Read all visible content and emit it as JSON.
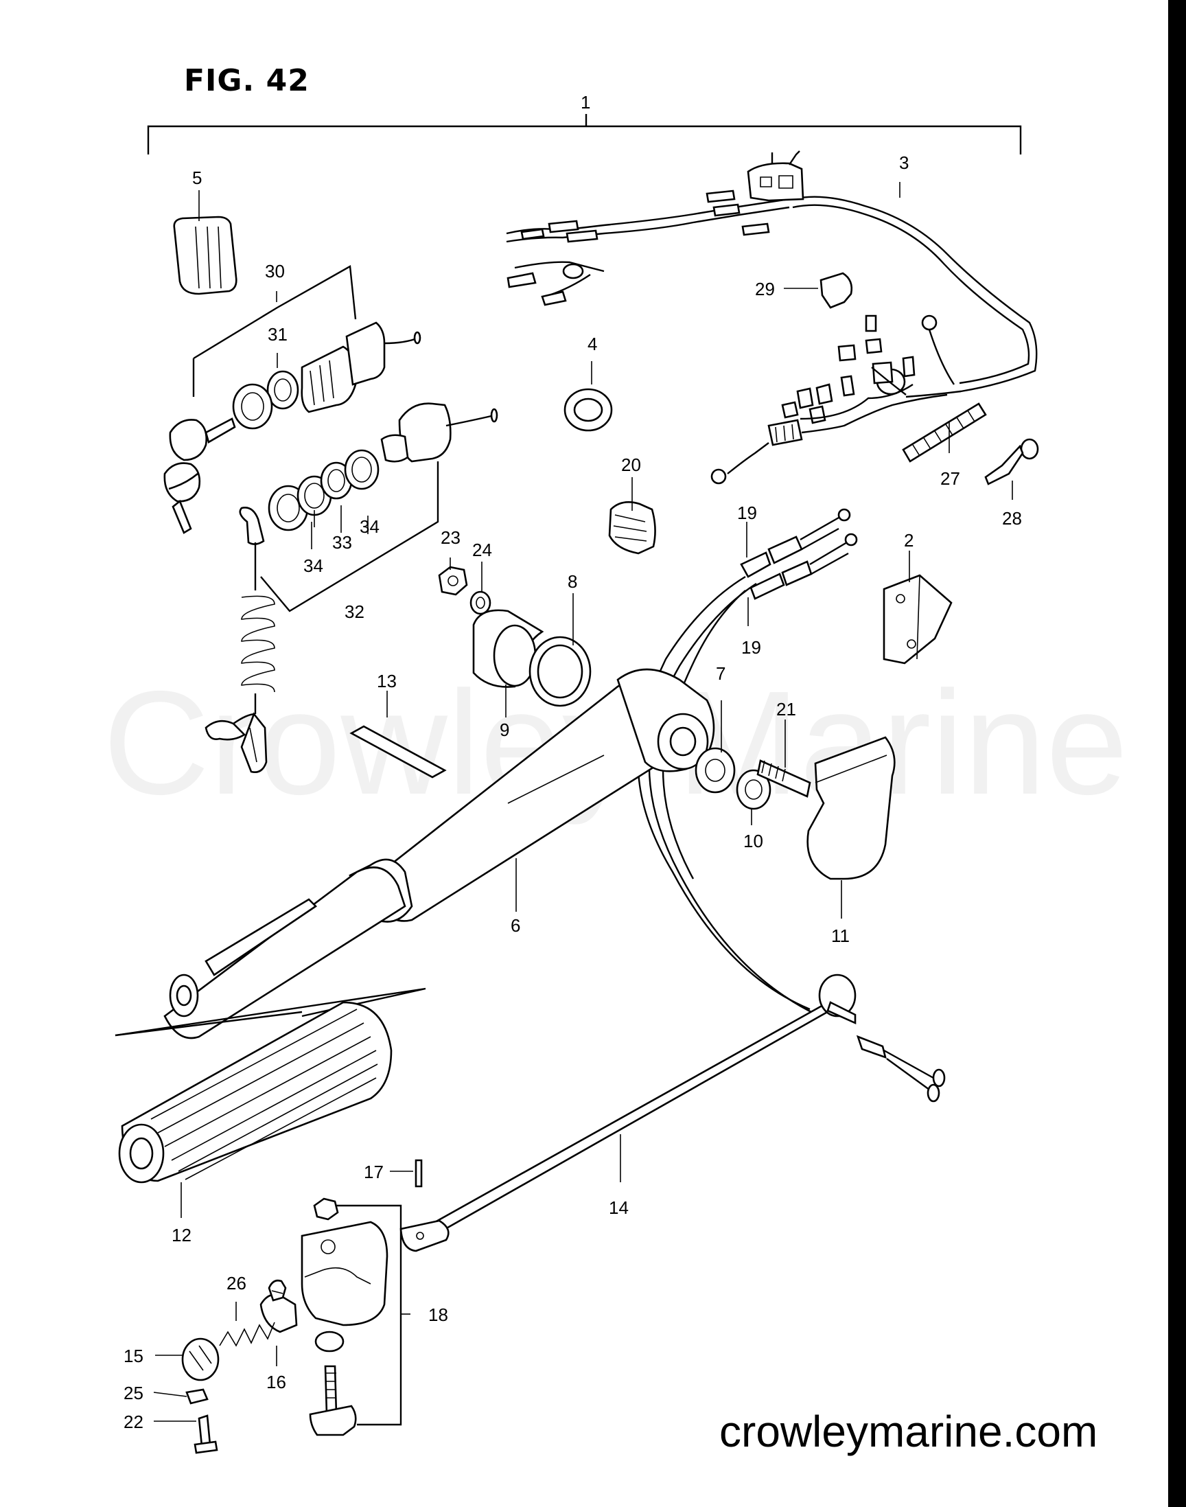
{
  "figure": {
    "title": "FIG. 42",
    "site": "crowleymarine.com",
    "watermark": "Crowley Marine"
  },
  "callouts": [
    "1",
    "2",
    "3",
    "4",
    "5",
    "6",
    "7",
    "8",
    "9",
    "10",
    "11",
    "12",
    "13",
    "14",
    "15",
    "16",
    "17",
    "18",
    "19",
    "19",
    "20",
    "21",
    "22",
    "23",
    "24",
    "25",
    "26",
    "27",
    "28",
    "29",
    "30",
    "31",
    "32",
    "33",
    "34",
    "34"
  ]
}
